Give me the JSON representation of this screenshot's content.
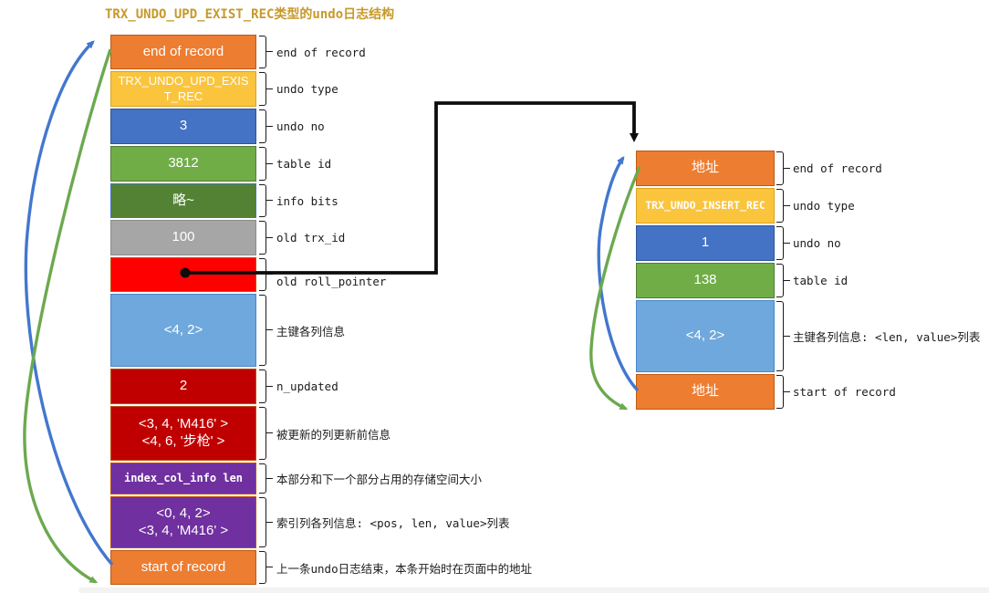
{
  "title": {
    "text": "TRX_UNDO_UPD_EXIST_REC类型的undo日志结构",
    "color": "#C7992A"
  },
  "left_stack": {
    "segments": [
      {
        "text": "end of record",
        "note": "end of record",
        "fill": "#ED7D31",
        "border": "#C05A11",
        "h": 38,
        "fs": 15
      },
      {
        "text": "TRX_UNDO_UPD_EXIST_REC",
        "note": "undo type",
        "fill": "#FBC43D",
        "border": "#D9A420",
        "h": 39,
        "fs": 13
      },
      {
        "text": "3",
        "note": "undo no",
        "fill": "#4472C4",
        "border": "#2E5597",
        "h": 39,
        "fs": 15
      },
      {
        "text": "3812",
        "note": "table id",
        "fill": "#70AD47",
        "border": "#507E36",
        "h": 39,
        "fs": 15
      },
      {
        "text": "略~",
        "note": "info bits",
        "fill": "#548235",
        "border": "#4472C4",
        "h": 38,
        "fs": 15
      },
      {
        "text": "100",
        "note": "old trx_id",
        "fill": "#A6A6A6",
        "border": "#8C8C8C",
        "h": 39,
        "fs": 15
      },
      {
        "text": "",
        "note": "old roll_pointer",
        "fill": "#FE0000",
        "border": "#C0500F",
        "h": 38,
        "fs": 15,
        "note_dy": 7
      },
      {
        "text": "<4, 2>",
        "note": "主键各列信息",
        "fill": "#6FA8DC",
        "border": "#4A86C8",
        "h": 80,
        "fs": 15
      },
      {
        "text": "2",
        "note": "n_updated",
        "fill": "#C00000",
        "border": "#C0500F",
        "h": 39,
        "fs": 15
      },
      {
        "text": "<3, 4, 'M416' >\n<4, 6, '步枪' >",
        "note": "被更新的列更新前信息",
        "fill": "#C00000",
        "border": "#C0500F",
        "h": 60,
        "fs": 15
      },
      {
        "text": "index_col_info len",
        "note": "本部分和下一个部分占用的存储空间大小",
        "fill": "#7030A0",
        "border": "#C0500F",
        "h": 35,
        "fs": 12,
        "mono": true
      },
      {
        "text": "<0, 4, 2>\n<3, 4, 'M416' >",
        "note": "索引列各列信息: <pos, len, value>列表",
        "fill": "#7030A0",
        "border": "#C0500F",
        "h": 57,
        "fs": 15
      },
      {
        "text": "start of record",
        "note": "上一条undo日志结束，本条开始时在页面中的地址",
        "fill": "#ED7D31",
        "border": "#C05A11",
        "h": 38,
        "fs": 15
      }
    ]
  },
  "right_stack": {
    "segments": [
      {
        "text": "地址",
        "note": "end of record",
        "fill": "#ED7D31",
        "border": "#C05A11",
        "h": 39,
        "fs": 15
      },
      {
        "text": "TRX_UNDO_INSERT_REC",
        "note": "undo type",
        "fill": "#FBC43D",
        "border": "#D9A420",
        "h": 39,
        "fs": 11.5,
        "mono": true
      },
      {
        "text": "1",
        "note": "undo no",
        "fill": "#4472C4",
        "border": "#2E5597",
        "h": 39,
        "fs": 15
      },
      {
        "text": "138",
        "note": "table id",
        "fill": "#70AD47",
        "border": "#507E36",
        "h": 39,
        "fs": 15
      },
      {
        "text": "<4, 2>",
        "note": "主键各列信息: <len, value>列表",
        "fill": "#6FA8DC",
        "border": "#4A86C8",
        "h": 79,
        "fs": 15
      },
      {
        "text": "地址",
        "note": "start of record",
        "fill": "#ED7D31",
        "border": "#C05A11",
        "h": 39,
        "fs": 15
      }
    ]
  },
  "colors": {
    "blue_arrow": "#4377CE",
    "green_arrow": "#6CA94F",
    "black_arrow": "#0d0d0d"
  }
}
